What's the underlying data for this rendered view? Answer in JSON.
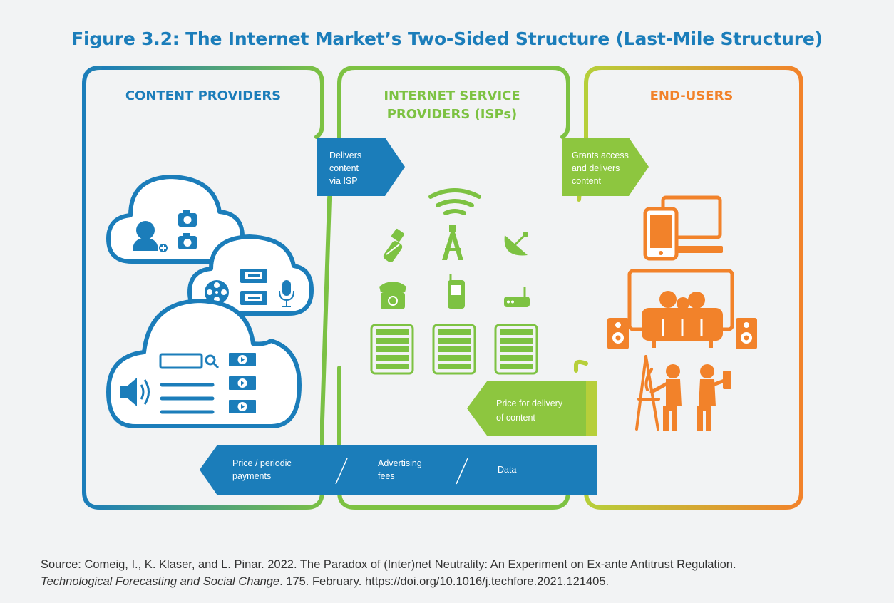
{
  "title": "Figure 3.2: The Internet Market’s Two-Sided Structure (Last-Mile Structure)",
  "colors": {
    "content_blue": "#1b7dba",
    "isp_green": "#7dc242",
    "enduser_orange": "#f2822a",
    "background": "#f2f3f4"
  },
  "panels": {
    "content_providers": {
      "heading": "CONTENT PROVIDERS"
    },
    "isps": {
      "heading_line1": "INTERNET SERVICE",
      "heading_line2": "PROVIDERS (ISPs)"
    },
    "end_users": {
      "heading": "END-USERS"
    }
  },
  "arrows": {
    "delivers": [
      "Delivers",
      "content",
      "via ISP"
    ],
    "grants": [
      "Grants access",
      "and delivers",
      "content"
    ],
    "price_delivery": [
      "Price for delivery",
      "of content"
    ],
    "payments_bar": {
      "price": [
        "Price / periodic",
        "payments"
      ],
      "sep1": "/",
      "advertising": [
        "Advertising",
        "fees"
      ],
      "sep2": "/",
      "data": "Data"
    }
  },
  "icons": {
    "content_providers": [
      "user-add-icon",
      "camera-icon",
      "film-reel-icon",
      "ticket-icon",
      "microphone-icon",
      "speaker-icon",
      "search-icon",
      "text-lines-icon",
      "play-icon"
    ],
    "isps": [
      "wifi-icon",
      "cable-plug-icon",
      "antenna-tower-icon",
      "satellite-dish-icon",
      "telephone-icon",
      "mobile-phone-icon",
      "router-icon",
      "server-rack-icon"
    ],
    "end_users": [
      "mobile-phone-icon",
      "monitor-icon",
      "tv-icon",
      "family-sofa-icon",
      "loudspeaker-icon",
      "painter-easel-icon",
      "person-reading-icon"
    ]
  },
  "source": {
    "line1": "Source: Comeig, I., K. Klaser, and L. Pinar. 2022. The Paradox of (Inter)net Neutrality: An Experiment on Ex-ante Antitrust Regulation.",
    "line2_italic": "Technological Forecasting and Social Change",
    "line2_rest": ". 175. February. https://doi.org/10.1016/j.techfore.2021.121405."
  }
}
